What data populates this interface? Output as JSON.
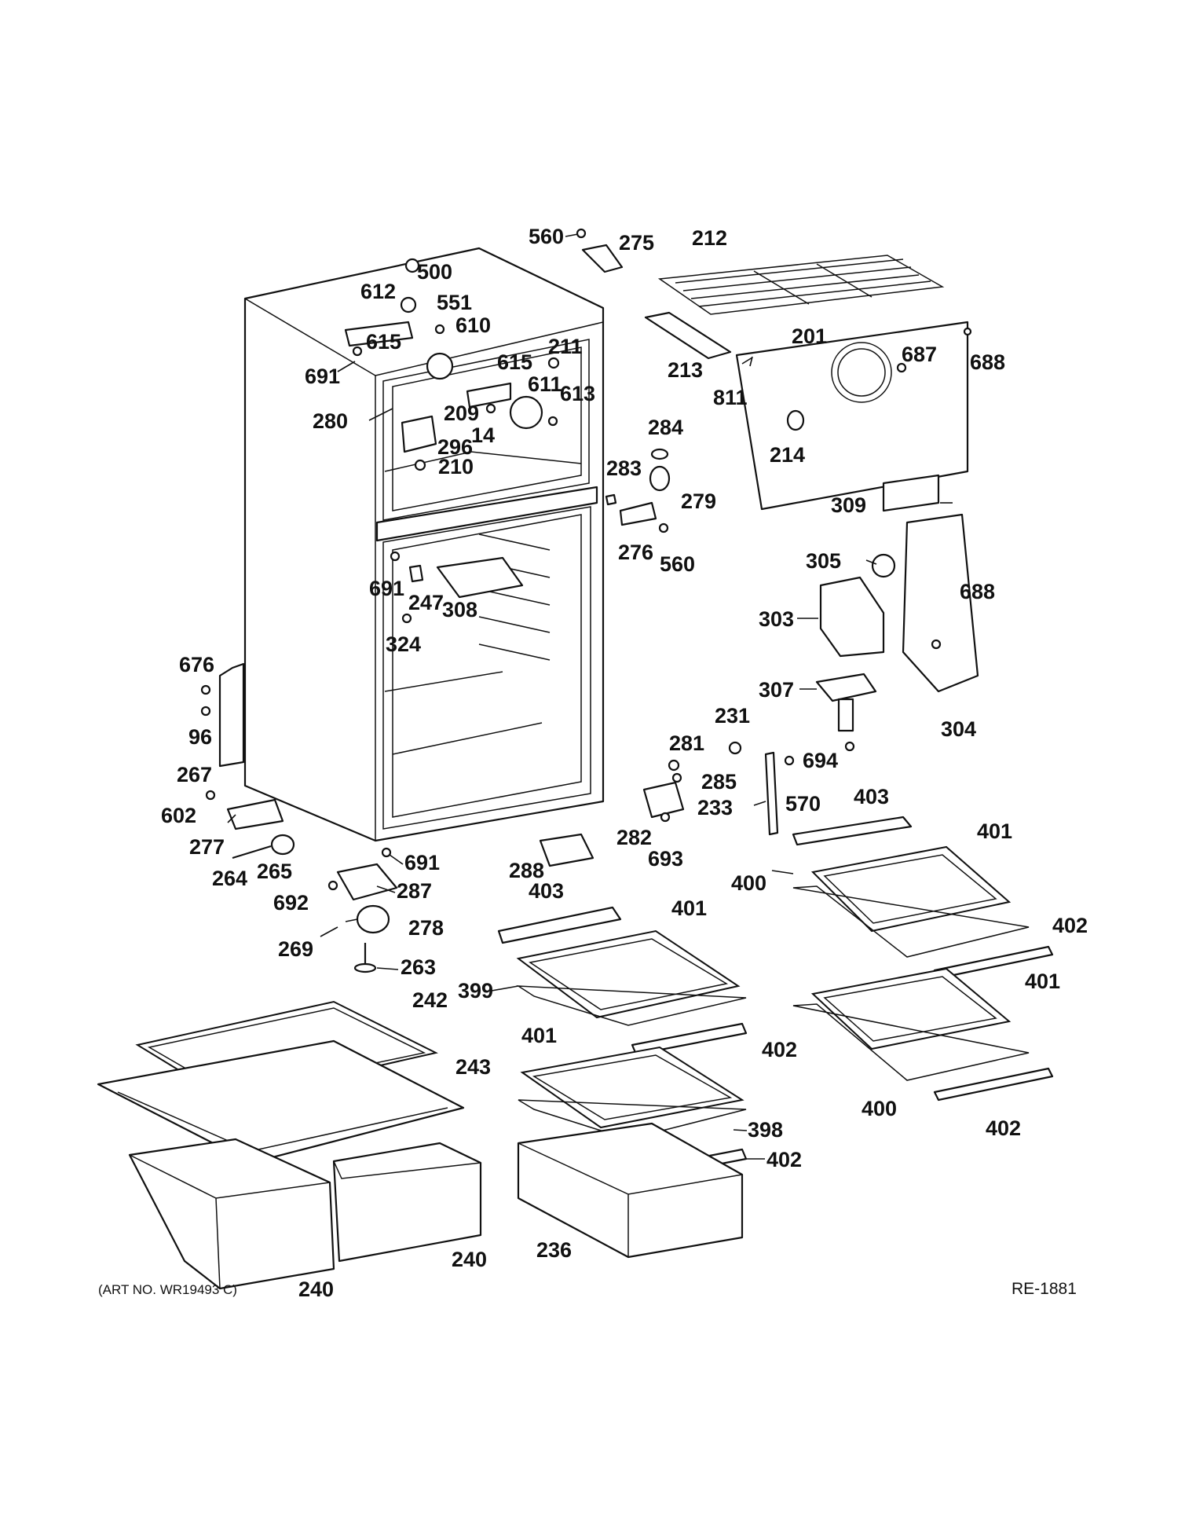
{
  "footer": {
    "art_number": "(ART NO. WR19493 C)",
    "reference_code": "RE-1881"
  },
  "callouts": [
    {
      "id": "c560a",
      "text": "560"
    },
    {
      "id": "c275",
      "text": "275"
    },
    {
      "id": "c212",
      "text": "212"
    },
    {
      "id": "c500",
      "text": "500"
    },
    {
      "id": "c612",
      "text": "612"
    },
    {
      "id": "c551",
      "text": "551"
    },
    {
      "id": "c610",
      "text": "610"
    },
    {
      "id": "c615a",
      "text": "615"
    },
    {
      "id": "c691a",
      "text": "691"
    },
    {
      "id": "c211",
      "text": "211"
    },
    {
      "id": "c615b",
      "text": "615"
    },
    {
      "id": "c611",
      "text": "611"
    },
    {
      "id": "c613",
      "text": "613"
    },
    {
      "id": "c209",
      "text": "209"
    },
    {
      "id": "c14",
      "text": "14"
    },
    {
      "id": "c280",
      "text": "280"
    },
    {
      "id": "c296",
      "text": "296"
    },
    {
      "id": "c210",
      "text": "210"
    },
    {
      "id": "c213",
      "text": "213"
    },
    {
      "id": "c201",
      "text": "201"
    },
    {
      "id": "c687",
      "text": "687"
    },
    {
      "id": "c688a",
      "text": "688"
    },
    {
      "id": "c811",
      "text": "811"
    },
    {
      "id": "c214",
      "text": "214"
    },
    {
      "id": "c284",
      "text": "284"
    },
    {
      "id": "c283",
      "text": "283"
    },
    {
      "id": "c279",
      "text": "279"
    },
    {
      "id": "c276",
      "text": "276"
    },
    {
      "id": "c560b",
      "text": "560"
    },
    {
      "id": "c309",
      "text": "309"
    },
    {
      "id": "c305",
      "text": "305"
    },
    {
      "id": "c688b",
      "text": "688"
    },
    {
      "id": "c303",
      "text": "303"
    },
    {
      "id": "c307",
      "text": "307"
    },
    {
      "id": "c304",
      "text": "304"
    },
    {
      "id": "c691b",
      "text": "691"
    },
    {
      "id": "c247",
      "text": "247"
    },
    {
      "id": "c308",
      "text": "308"
    },
    {
      "id": "c324",
      "text": "324"
    },
    {
      "id": "c676",
      "text": "676"
    },
    {
      "id": "c96",
      "text": "96"
    },
    {
      "id": "c267",
      "text": "267"
    },
    {
      "id": "c602",
      "text": "602"
    },
    {
      "id": "c277",
      "text": "277"
    },
    {
      "id": "c264",
      "text": "264"
    },
    {
      "id": "c265",
      "text": "265"
    },
    {
      "id": "c691c",
      "text": "691"
    },
    {
      "id": "c287",
      "text": "287"
    },
    {
      "id": "c692",
      "text": "692"
    },
    {
      "id": "c278",
      "text": "278"
    },
    {
      "id": "c269",
      "text": "269"
    },
    {
      "id": "c263",
      "text": "263"
    },
    {
      "id": "c231",
      "text": "231"
    },
    {
      "id": "c281",
      "text": "281"
    },
    {
      "id": "c694",
      "text": "694"
    },
    {
      "id": "c285",
      "text": "285"
    },
    {
      "id": "c570",
      "text": "570"
    },
    {
      "id": "c233",
      "text": "233"
    },
    {
      "id": "c282",
      "text": "282"
    },
    {
      "id": "c693",
      "text": "693"
    },
    {
      "id": "c288",
      "text": "288"
    },
    {
      "id": "c403a",
      "text": "403"
    },
    {
      "id": "c401a",
      "text": "401"
    },
    {
      "id": "c400a",
      "text": "400"
    },
    {
      "id": "c402a",
      "text": "402"
    },
    {
      "id": "c401b",
      "text": "401"
    },
    {
      "id": "c403b",
      "text": "403"
    },
    {
      "id": "c401c",
      "text": "401"
    },
    {
      "id": "c399",
      "text": "399"
    },
    {
      "id": "c402b",
      "text": "402"
    },
    {
      "id": "c400b",
      "text": "400"
    },
    {
      "id": "c402c",
      "text": "402"
    },
    {
      "id": "c401d",
      "text": "401"
    },
    {
      "id": "c398",
      "text": "398"
    },
    {
      "id": "c402d",
      "text": "402"
    },
    {
      "id": "c242",
      "text": "242"
    },
    {
      "id": "c243",
      "text": "243"
    },
    {
      "id": "c236",
      "text": "236"
    },
    {
      "id": "c240a",
      "text": "240"
    },
    {
      "id": "c240b",
      "text": "240"
    }
  ]
}
